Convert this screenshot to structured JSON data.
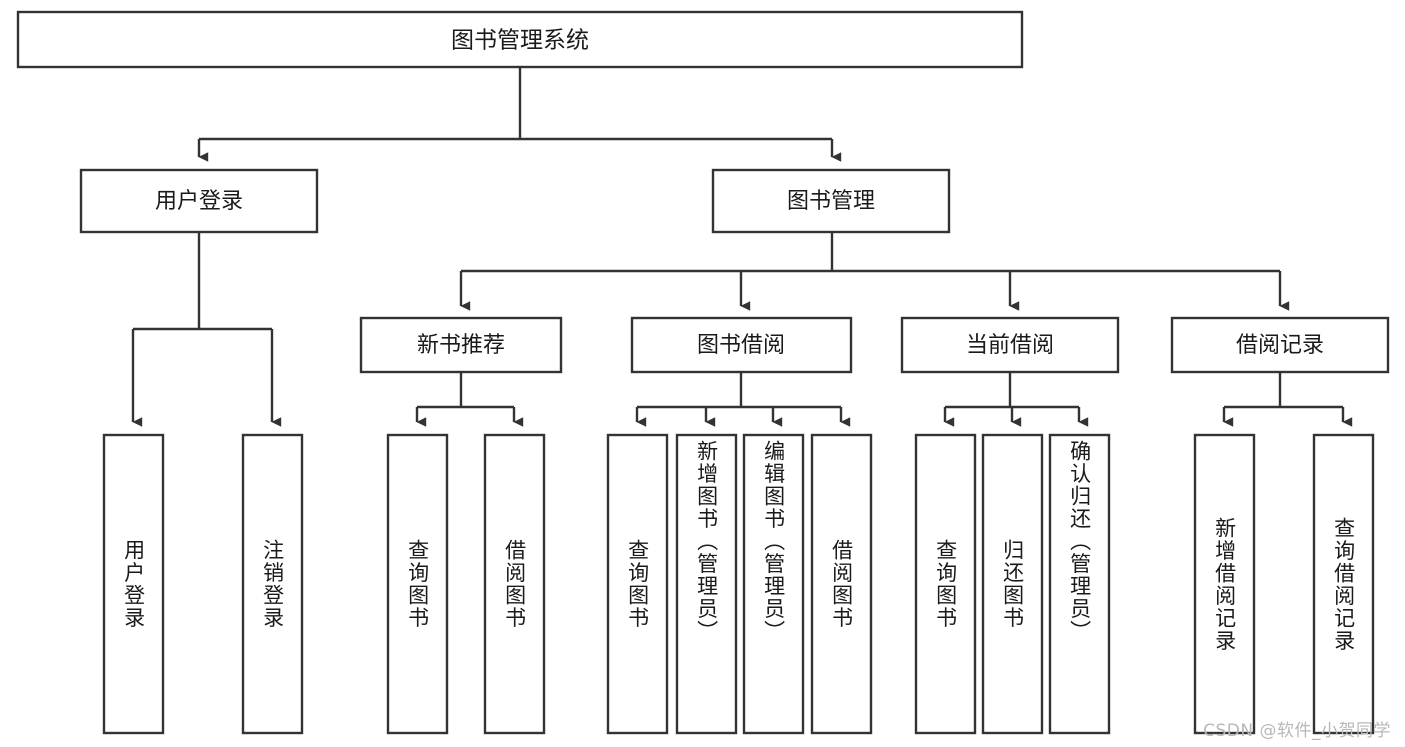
{
  "diagram": {
    "title": "图书管理系统",
    "type": "tree-hierarchy-diagram",
    "colors": {
      "box_stroke": "#333333",
      "box_fill": "#ffffff",
      "text": "#1a1a1a",
      "background": "#ffffff",
      "watermark": "#b8b8b8"
    },
    "watermark": "CSDN @软件_小贺同学",
    "root": {
      "label": "图书管理系统"
    },
    "level2": [
      {
        "label": "用户登录"
      },
      {
        "label": "图书管理"
      }
    ],
    "level3": [
      {
        "label": "新书推荐"
      },
      {
        "label": "图书借阅"
      },
      {
        "label": "当前借阅"
      },
      {
        "label": "借阅记录"
      }
    ],
    "leaves": {
      "user_login": [
        {
          "label": "用户登录"
        },
        {
          "label": "注销登录"
        }
      ],
      "new_book_recommend": [
        {
          "label": "查询图书"
        },
        {
          "label": "借阅图书"
        }
      ],
      "book_borrow": [
        {
          "label": "查询图书"
        },
        {
          "label": "新增图书（管理员）"
        },
        {
          "label": "编辑图书（管理员）"
        },
        {
          "label": "借阅图书"
        }
      ],
      "current_borrow": [
        {
          "label": "查询图书"
        },
        {
          "label": "归还图书"
        },
        {
          "label": "确认归还（管理员）"
        }
      ],
      "borrow_record": [
        {
          "label": "新增借阅记录"
        },
        {
          "label": "查询借阅记录"
        }
      ]
    }
  }
}
